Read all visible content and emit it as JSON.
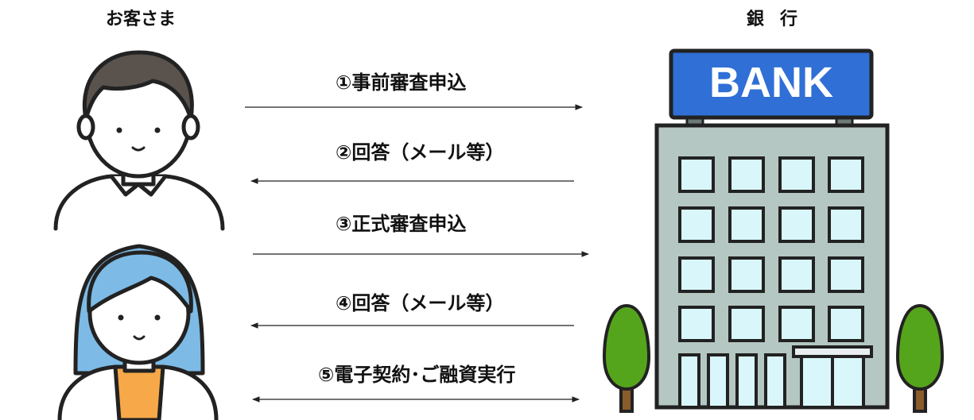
{
  "headers": {
    "customer": "お客さま",
    "bank": "銀行"
  },
  "bank_sign": "BANK",
  "steps": [
    {
      "label": "①事前審査申込",
      "direction": "to-bank"
    },
    {
      "label": "②回答（メール等）",
      "direction": "to-customer"
    },
    {
      "label": "③正式審査申込",
      "direction": "to-bank"
    },
    {
      "label": "④回答（メール等）",
      "direction": "to-customer"
    },
    {
      "label": "⑤電子契約･ご融資実行",
      "direction": "both"
    }
  ],
  "colors": {
    "sign": "#2f6fd6",
    "building": "#b5c7c2",
    "window": "#d9f7fb",
    "tree": "#55a51c",
    "trunk": "#8a5c2b",
    "man_hair": "#5a524c",
    "woman_hair": "#7dbbe6",
    "skin": "#ffffff",
    "woman_shirt": "#f7a848"
  }
}
